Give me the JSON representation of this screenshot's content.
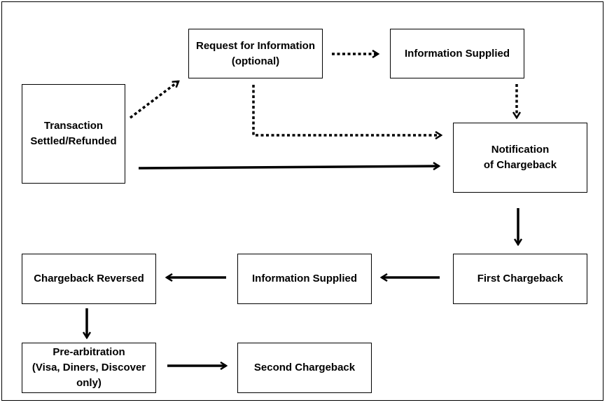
{
  "diagram": {
    "nodes": {
      "transaction": "Transaction\nSettled/Refunded",
      "request_info": "Request for Information\n(optional)",
      "info_supplied_top": "Information Supplied",
      "notification": "Notification\nof Chargeback",
      "first_chargeback": "First Chargeback",
      "info_supplied_bottom": "Information Supplied",
      "chargeback_reversed": "Chargeback Reversed",
      "pre_arbitration": "Pre-arbitration\n(Visa, Diners, Discover\nonly)",
      "second_chargeback": "Second Chargeback"
    },
    "edges": [
      {
        "from": "transaction",
        "to": "request_info",
        "style": "dotted"
      },
      {
        "from": "request_info",
        "to": "info_supplied_top",
        "style": "dotted"
      },
      {
        "from": "info_supplied_top",
        "to": "notification",
        "style": "dotted"
      },
      {
        "from": "request_info",
        "to": "notification",
        "style": "dotted"
      },
      {
        "from": "transaction",
        "to": "notification",
        "style": "solid"
      },
      {
        "from": "notification",
        "to": "first_chargeback",
        "style": "solid"
      },
      {
        "from": "first_chargeback",
        "to": "info_supplied_bottom",
        "style": "solid"
      },
      {
        "from": "info_supplied_bottom",
        "to": "chargeback_reversed",
        "style": "solid"
      },
      {
        "from": "chargeback_reversed",
        "to": "pre_arbitration",
        "style": "solid"
      },
      {
        "from": "pre_arbitration",
        "to": "second_chargeback",
        "style": "solid"
      }
    ],
    "colors": {
      "stroke": "#000000",
      "fill": "#ffffff"
    }
  }
}
